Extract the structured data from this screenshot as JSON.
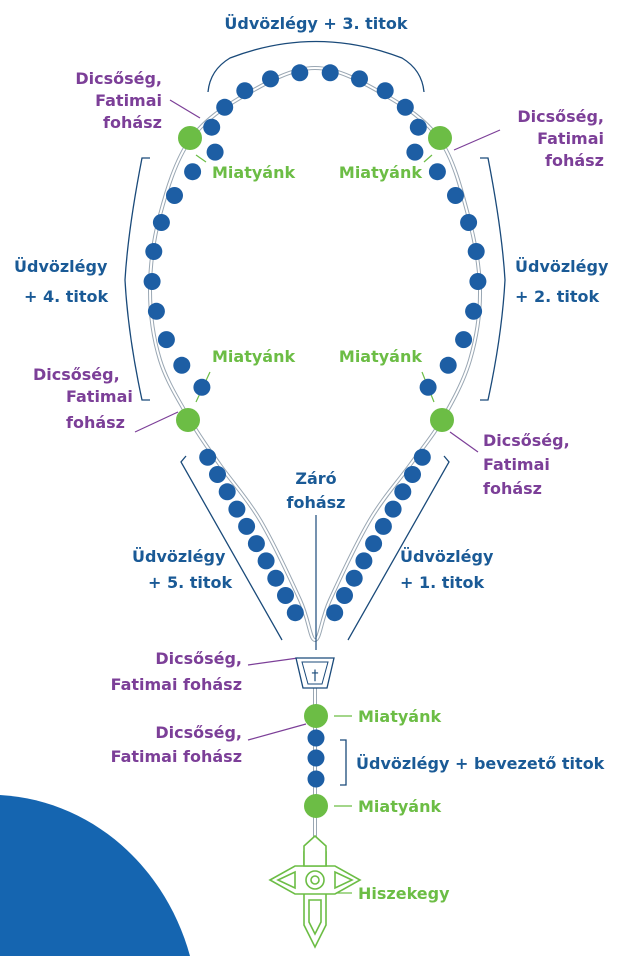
{
  "colors": {
    "blue": "#1a5a96",
    "bead_blue": "#1d5ea4",
    "purple": "#7c3f98",
    "green": "#6cbd45",
    "bracket": "#1a4a7a",
    "corner_blue": "#1565b0"
  },
  "labels": {
    "top_decade": "Üdvözlégy + 3. titok",
    "glory_top_left": [
      "Dicsőség,",
      "Fatimai",
      "fohász"
    ],
    "glory_top_right": [
      "Dicsőség,",
      "Fatimai",
      "fohász"
    ],
    "our_father_top_left": "Miatyánk",
    "our_father_top_right": "Miatyánk",
    "left_decade": [
      "Üdvözlégy",
      "+ 4. titok"
    ],
    "right_decade": [
      "Üdvözlégy",
      "+ 2. titok"
    ],
    "glory_mid_left": [
      "Dicsőség,",
      "Fatimai",
      "fohász"
    ],
    "glory_mid_right": [
      "Dicsőség,",
      "Fatimai",
      "fohász"
    ],
    "our_father_mid_left": "Miatyánk",
    "our_father_mid_right": "Miatyánk",
    "closing_prayer": [
      "Záró",
      "fohász"
    ],
    "lower_left_decade": [
      "Üdvözlégy",
      "+ 5. titok"
    ],
    "lower_right_decade": [
      "Üdvözlégy",
      "+ 1. titok"
    ],
    "glory_center_top": [
      "Dicsőség,",
      "Fatimai fohász"
    ],
    "glory_center_bottom": [
      "Dicsőség,",
      "Fatimai fohász"
    ],
    "our_father_pendant_top": "Miatyánk",
    "intro_hail_marys": "Üdvözlégy + bevezető titok",
    "our_father_pendant_bottom": "Miatyánk",
    "creed": "Hiszekegy"
  }
}
